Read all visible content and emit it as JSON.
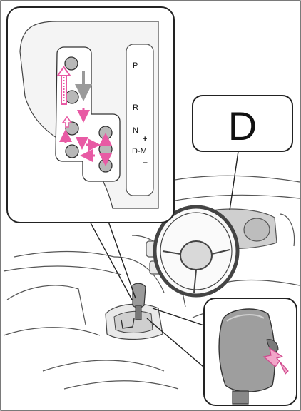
{
  "gate_labels": {
    "p": "P",
    "r": "R",
    "n": "N",
    "dm": "D-M",
    "plus": "+",
    "minus": "−"
  },
  "indicator": {
    "position": "D"
  },
  "colors": {
    "arrow_pink": "#e85aa4",
    "arrow_gray": "#9a9a9a",
    "knob_gray": "#b8b8b8",
    "panel_fill": "#f4f4f4",
    "line_dark": "#222222"
  },
  "icons": [
    "steering-wheel-icon",
    "shift-lever-icon",
    "press-arrow-icon"
  ]
}
